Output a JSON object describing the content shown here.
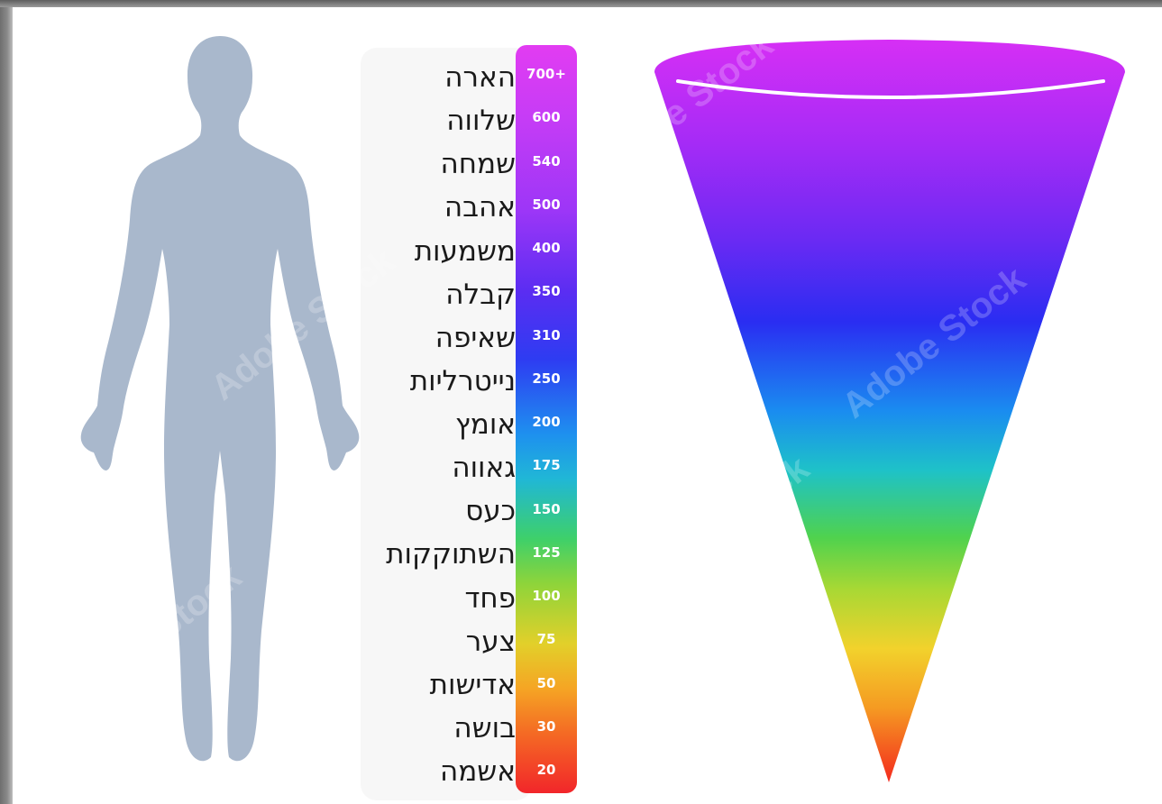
{
  "levels": [
    {
      "label": "הארה",
      "value": "700+"
    },
    {
      "label": "שלווה",
      "value": "600"
    },
    {
      "label": "שמחה",
      "value": "540"
    },
    {
      "label": "אהבה",
      "value": "500"
    },
    {
      "label": "משמעות",
      "value": "400"
    },
    {
      "label": "קבלה",
      "value": "350"
    },
    {
      "label": "שאיפה",
      "value": "310"
    },
    {
      "label": "נייטרליות",
      "value": "250"
    },
    {
      "label": "אומץ",
      "value": "200"
    },
    {
      "label": "גאווה",
      "value": "175"
    },
    {
      "label": "כעס",
      "value": "150"
    },
    {
      "label": "השתוקקות",
      "value": "125"
    },
    {
      "label": "פחד",
      "value": "100"
    },
    {
      "label": "צער",
      "value": "75"
    },
    {
      "label": "אדישות",
      "value": "50"
    },
    {
      "label": "בושה",
      "value": "30"
    },
    {
      "label": "אשמה",
      "value": "20"
    }
  ],
  "watermark": "Adobe Stock",
  "colors": {
    "silhouette": "#a9b8cc",
    "cone_top": "#d62ff5",
    "cone_mid": "#2a2df2",
    "cone_bottom": "#f42a1e"
  }
}
